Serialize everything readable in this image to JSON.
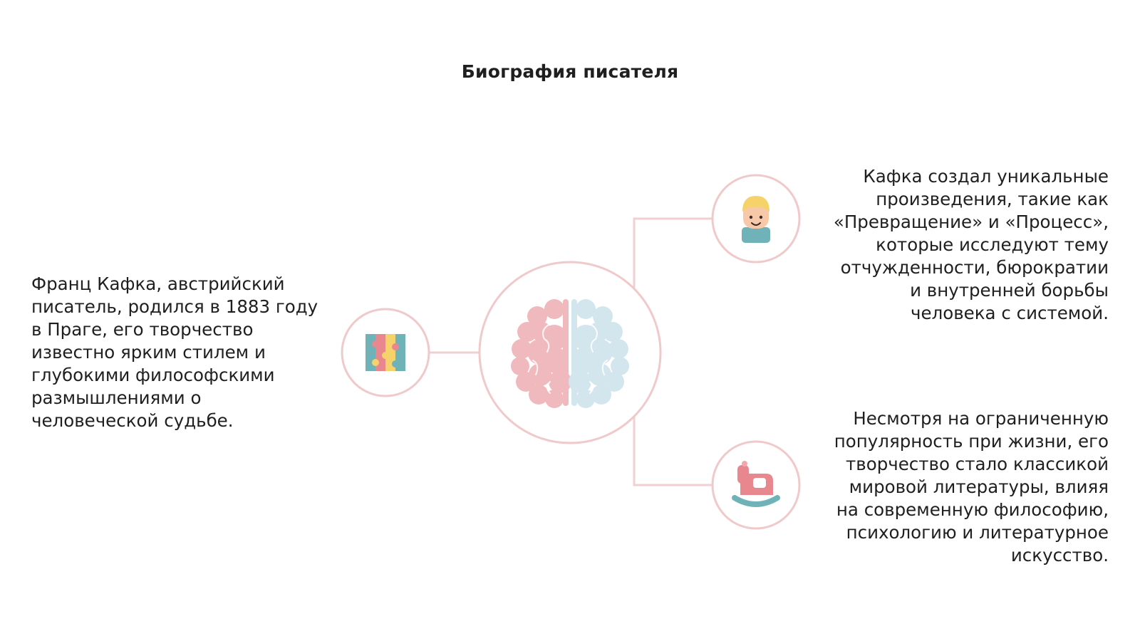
{
  "title": "Биография писателя",
  "colors": {
    "connector": "#f2cfd0",
    "ring": "#f0c9ca",
    "brain_left": "#f0b9bd",
    "brain_right": "#d3e6ee",
    "icon_teal": "#6fb3b8",
    "icon_pink": "#e9878f",
    "icon_yellow": "#f5d36a"
  },
  "icons": {
    "center": "brain-icon",
    "left": "puzzle-icon",
    "right_top": "child-face-icon",
    "right_bottom": "rocking-horse-icon"
  },
  "left_text": [
    "Франц Кафка, австрийский",
    "писатель, родился в 1883 году",
    "в Праге, его творчество",
    "известно ярким стилем и",
    "глубокими философскими",
    "размышлениями о",
    "человеческой судьбе."
  ],
  "right_top_text": [
    "Кафка создал уникальные",
    "произведения, такие как",
    "«Превращение» и «Процесс»,",
    "которые исследуют тему",
    "отчужденности, бюрократии",
    "и внутренней борьбы",
    "человека с системой."
  ],
  "right_bottom_text": [
    "Несмотря на ограниченную",
    "популярность при жизни, его",
    "творчество стало классикой",
    "мировой литературы, влияя",
    "на современную философию,",
    "психологию и литературное",
    "искусство."
  ]
}
